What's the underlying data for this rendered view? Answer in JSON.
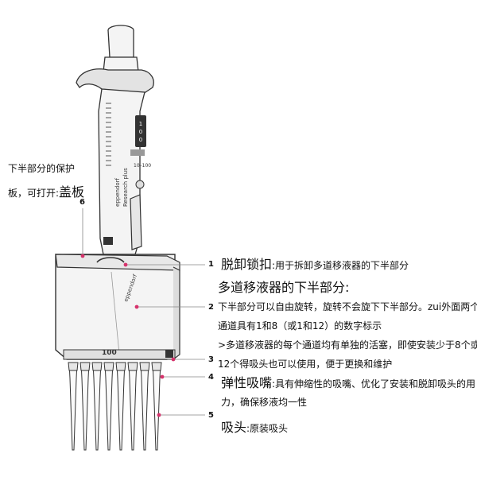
{
  "top_left_label": {
    "line1": "下半部分的保护",
    "line2_prefix": "板，可打开:",
    "line2_emph": "盖板",
    "num": "6"
  },
  "pipette": {
    "brand_text": "eppendorf",
    "model_text": "Research plus",
    "range_text": "10–100",
    "lower_brand": "eppendorf",
    "lower_volume": "100"
  },
  "callouts": [
    {
      "num": "1",
      "title": "脱卸锁扣",
      "desc": ":用于拆卸多道移液器的下半部分"
    },
    {
      "num": "2",
      "heading": "多道移液器的下半部分:",
      "line1": "下半部分可以自由旋转，旋转不会旋下下半部分。zui外面两个",
      "line2": "通道具有1和8（或1和12）的数字标示",
      "line3": ">多道移液器的每个通道均有单独的活塞，即使安装少于8个或",
      "line4": "12个得吸头也可以使用，便于更换和维护"
    },
    {
      "num": "3"
    },
    {
      "num": "4",
      "title": "弹性吸嘴",
      "desc": ":具有伸缩性的吸嘴、优化了安装和脱卸吸头的用",
      "line2": "力，确保移液均一性"
    },
    {
      "num": "5",
      "title": "吸头",
      "desc": ":原装吸头"
    }
  ],
  "colors": {
    "accent": "#d6336c",
    "line": "#333333",
    "body": "#f4f4f4"
  }
}
